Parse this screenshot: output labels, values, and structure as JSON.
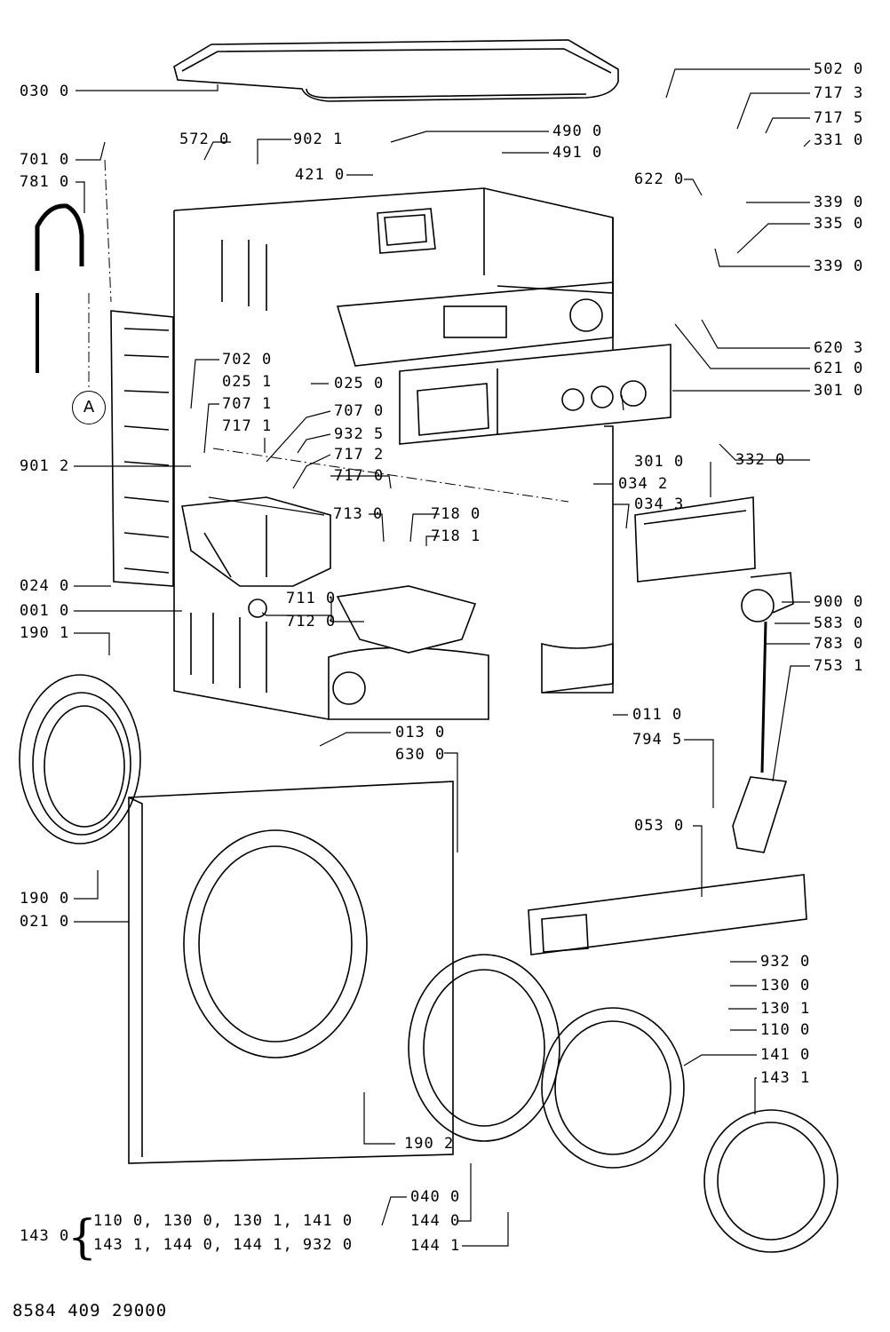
{
  "document_number": "8584 409 29000",
  "callout_a": "A",
  "kit": {
    "part": "143 0",
    "line1": "110 0, 130 0, 130 1, 141 0",
    "line2": "143 1, 144 0, 144 1, 932 0"
  },
  "labels_left": [
    {
      "id": "030",
      "text": "030 0"
    },
    {
      "id": "701",
      "text": "701 0"
    },
    {
      "id": "781",
      "text": "781 0"
    },
    {
      "id": "901",
      "text": "901 2"
    },
    {
      "id": "024",
      "text": "024 0"
    },
    {
      "id": "001",
      "text": "001 0"
    },
    {
      "id": "1901",
      "text": "190 1"
    },
    {
      "id": "1900",
      "text": "190 0"
    },
    {
      "id": "021",
      "text": "021 0"
    }
  ],
  "labels_center": [
    {
      "id": "572",
      "text": "572 0"
    },
    {
      "id": "902",
      "text": "902 1"
    },
    {
      "id": "421",
      "text": "421 0"
    },
    {
      "id": "490",
      "text": "490 0"
    },
    {
      "id": "491",
      "text": "491 0"
    },
    {
      "id": "702",
      "text": "702 0"
    },
    {
      "id": "0251a",
      "text": "025 1"
    },
    {
      "id": "0250",
      "text": "025 0"
    },
    {
      "id": "7071",
      "text": "707 1"
    },
    {
      "id": "7070",
      "text": "707 0"
    },
    {
      "id": "7171",
      "text": "717 1"
    },
    {
      "id": "9325",
      "text": "932 5"
    },
    {
      "id": "7172",
      "text": "717 2"
    },
    {
      "id": "7170",
      "text": "717 0"
    },
    {
      "id": "7130",
      "text": "713 0"
    },
    {
      "id": "7180",
      "text": "718 0"
    },
    {
      "id": "7181",
      "text": "718 1"
    },
    {
      "id": "7110",
      "text": "711 0"
    },
    {
      "id": "7120",
      "text": "712 0"
    },
    {
      "id": "013",
      "text": "013 0"
    },
    {
      "id": "630",
      "text": "630 0"
    },
    {
      "id": "1902",
      "text": "190 2"
    },
    {
      "id": "040",
      "text": "040 0"
    },
    {
      "id": "1440",
      "text": "144 0"
    },
    {
      "id": "1441",
      "text": "144 1"
    }
  ],
  "labels_right": [
    {
      "id": "502",
      "text": "502 0"
    },
    {
      "id": "7173",
      "text": "717 3"
    },
    {
      "id": "7175",
      "text": "717 5"
    },
    {
      "id": "331",
      "text": "331 0"
    },
    {
      "id": "622",
      "text": "622 0"
    },
    {
      "id": "3390a",
      "text": "339 0"
    },
    {
      "id": "335",
      "text": "335 0"
    },
    {
      "id": "3390b",
      "text": "339 0"
    },
    {
      "id": "6203",
      "text": "620 3"
    },
    {
      "id": "6210",
      "text": "621 0"
    },
    {
      "id": "3010a",
      "text": "301 0"
    },
    {
      "id": "332",
      "text": "332 0"
    },
    {
      "id": "3010b",
      "text": "301 0"
    },
    {
      "id": "0342",
      "text": "034 2"
    },
    {
      "id": "0343",
      "text": "034 3"
    },
    {
      "id": "900",
      "text": "900 0"
    },
    {
      "id": "583",
      "text": "583 0"
    },
    {
      "id": "783",
      "text": "783 0"
    },
    {
      "id": "753",
      "text": "753 1"
    },
    {
      "id": "011",
      "text": "011 0"
    },
    {
      "id": "794",
      "text": "794 5"
    },
    {
      "id": "053",
      "text": "053 0"
    },
    {
      "id": "9320",
      "text": "932 0"
    },
    {
      "id": "1300",
      "text": "130 0"
    },
    {
      "id": "1301",
      "text": "130 1"
    },
    {
      "id": "1100",
      "text": "110 0"
    },
    {
      "id": "1410",
      "text": "141 0"
    },
    {
      "id": "1431",
      "text": "143 1"
    }
  ]
}
